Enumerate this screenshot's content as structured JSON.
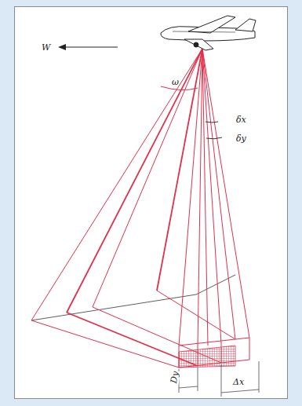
{
  "diagram": {
    "labels": [
      "W",
      "ω",
      "δx",
      "δy",
      "Dy",
      "Δx"
    ]
  }
}
